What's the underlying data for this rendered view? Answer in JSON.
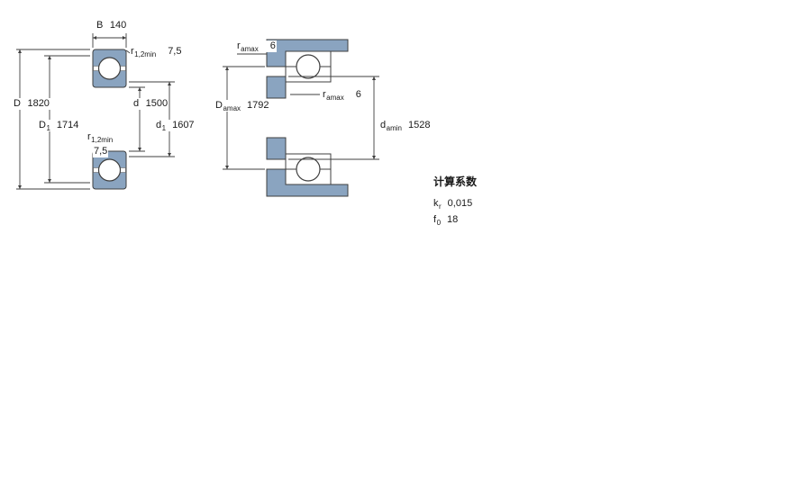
{
  "colors": {
    "bearing_fill": "#8aa4c0",
    "line_color": "#3f3f3f"
  },
  "figure_left": {
    "dims": {
      "B": {
        "base": "B",
        "sub": "",
        "value": "140"
      },
      "r12_top": {
        "base": "r",
        "sub": "1,2min",
        "value": "7,5"
      },
      "D": {
        "base": "D",
        "sub": "",
        "value": "1820"
      },
      "D1": {
        "base": "D",
        "sub": "1",
        "value": "1714"
      },
      "d": {
        "base": "d",
        "sub": "",
        "value": "1500"
      },
      "d1": {
        "base": "d",
        "sub": "1",
        "value": "1607"
      },
      "r12_bottom": {
        "base": "r",
        "sub": "1,2min",
        "value": "7,5"
      }
    }
  },
  "figure_right": {
    "dims": {
      "ra_top": {
        "base": "r",
        "sub": "amax",
        "value": "6"
      },
      "Da": {
        "base": "D",
        "sub": "amax",
        "value": "1792"
      },
      "ra_mid": {
        "base": "r",
        "sub": "amax",
        "value": "6"
      },
      "da": {
        "base": "d",
        "sub": "amin",
        "value": "1528"
      }
    }
  },
  "calculation_factors": {
    "title": "计算系数",
    "rows": [
      {
        "base": "k",
        "sub": "r",
        "value": "0,015"
      },
      {
        "base": "f",
        "sub": "0",
        "value": "18"
      }
    ]
  }
}
